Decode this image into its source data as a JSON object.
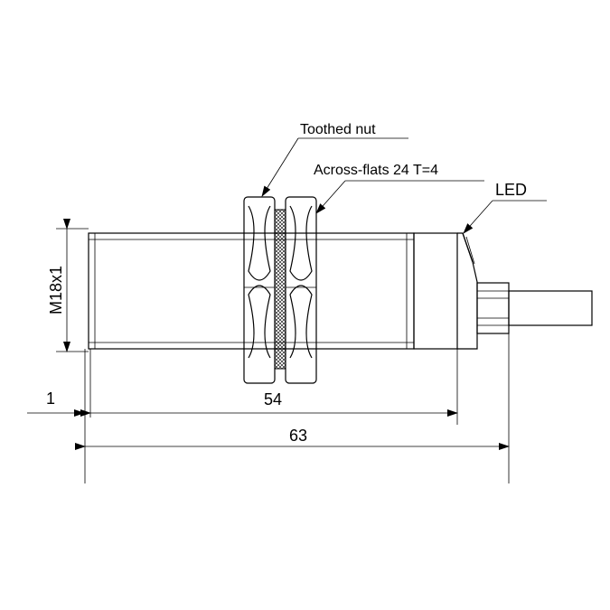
{
  "labels": {
    "toothed_nut": "Toothed nut",
    "across_flats": "Across-flats 24  T=4",
    "led": "LED",
    "thread": "M18x1"
  },
  "dimensions": {
    "offset": "1",
    "body_length": "54",
    "total_length": "63"
  }
}
